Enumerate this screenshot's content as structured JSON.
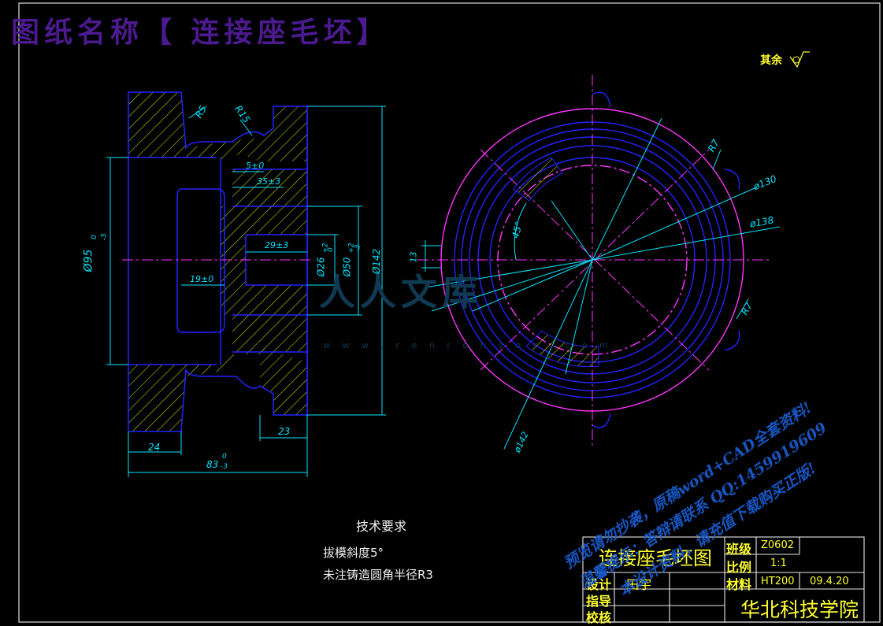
{
  "banner": {
    "title": "图纸名称【 连接座毛坯】"
  },
  "roughness_note": "其余",
  "section_view": {
    "labels": {
      "r5": "R5",
      "r15": "R15",
      "d5": "5±0",
      "d35": "35±3",
      "d29": "29±3",
      "d19": "19±0",
      "d24": "24",
      "d23": "23",
      "d83": "83",
      "d83_tol_upper": "0",
      "d83_tol_lower": "-3",
      "dia95": "Ø95",
      "dia95_tol_upper": "0",
      "dia95_tol_lower": "-3",
      "dia26": "Ø26",
      "dia26_tol_upper": "+2",
      "dia26_tol_lower": "0",
      "dia50": "Ø50",
      "dia50_tol_upper": "+2",
      "dia50_tol_lower": "-3",
      "dia142": "Ø142"
    }
  },
  "end_view": {
    "labels": {
      "r7_top": "R7",
      "r7_bottom": "R7",
      "dia130": "ø130",
      "dia138": "ø138",
      "dia142": "ø142",
      "angle45": "45°",
      "dim13": "13"
    }
  },
  "technical_requirements": {
    "heading": "技术要求",
    "items": [
      "拔模斜度5°",
      "未注铸造圆角半径R3"
    ]
  },
  "title_block": {
    "drawing_name": "连接座毛坯图",
    "class_label": "班级",
    "class_value": "Z0602",
    "scale_label": "比例",
    "scale_value": "1:1",
    "design_label": "设计",
    "designer": "田宇",
    "material_label": "材料",
    "material_value": "HT200",
    "date": "09.4.20",
    "guide_label": "指导",
    "check_label": "校核",
    "school": "华北科技学院"
  },
  "watermark": {
    "lines": [
      "预览请勿抄袭，原稿word+CAD全套资料!",
      "温馨提示：答辩请联系 QQ:1459919609",
      "本设计资料，请充值下载购买正版!"
    ],
    "logo_text": "人人文库",
    "logo_url": "w w w . r e n r e n d o c . c o m"
  },
  "colors": {
    "background": "#000000",
    "outline": "#2323ff",
    "dimension": "#00e5ff",
    "hatch": "#c9e300",
    "centerline": "#ff33ff",
    "title_text": "#ffff33",
    "banner": "#4b1a8e",
    "watermark": "#1a5fd6"
  }
}
